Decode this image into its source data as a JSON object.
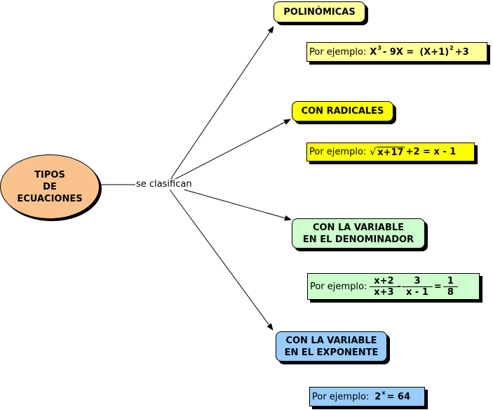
{
  "root": {
    "line1": "TIPOS",
    "line2": "DE",
    "line3": "ECUACIONES",
    "fill": "#FAC38E"
  },
  "link_label": "se clasifican",
  "branches": [
    {
      "title_line1": "POLINÓMICAS",
      "fill": "#FFFF99",
      "example": {
        "label": "Por ejemplo:",
        "base1": "X",
        "exp1": "3",
        "part2": "- 9X =",
        "base2": "(X+1)",
        "exp2": "2",
        "part3": "+3"
      }
    },
    {
      "title_line1": "CON RADICALES",
      "fill": "#FFFF00",
      "example": {
        "label": "Por ejemplo:",
        "radical_symbol": "√",
        "radicand": "x+17",
        "rest": "+2 = x - 1"
      }
    },
    {
      "title_line1": "CON LA VARIABLE",
      "title_line2": "EN EL DENOMINADOR",
      "fill": "#CCFFCC",
      "example": {
        "label": "Por ejemplo:",
        "frac1_num": "x+2",
        "frac1_den": "x+3",
        "minus": "-",
        "frac2_num": "3",
        "frac2_den": "x - 1",
        "equals": "=",
        "frac3_num": "1",
        "frac3_den": "8"
      }
    },
    {
      "title_line1": "CON LA VARIABLE",
      "title_line2": "EN EL EXPONENTE",
      "fill": "#99CCFF",
      "example": {
        "label": "Por ejemplo:",
        "base": "2",
        "exp": "x",
        "rest": "= 64"
      }
    }
  ]
}
